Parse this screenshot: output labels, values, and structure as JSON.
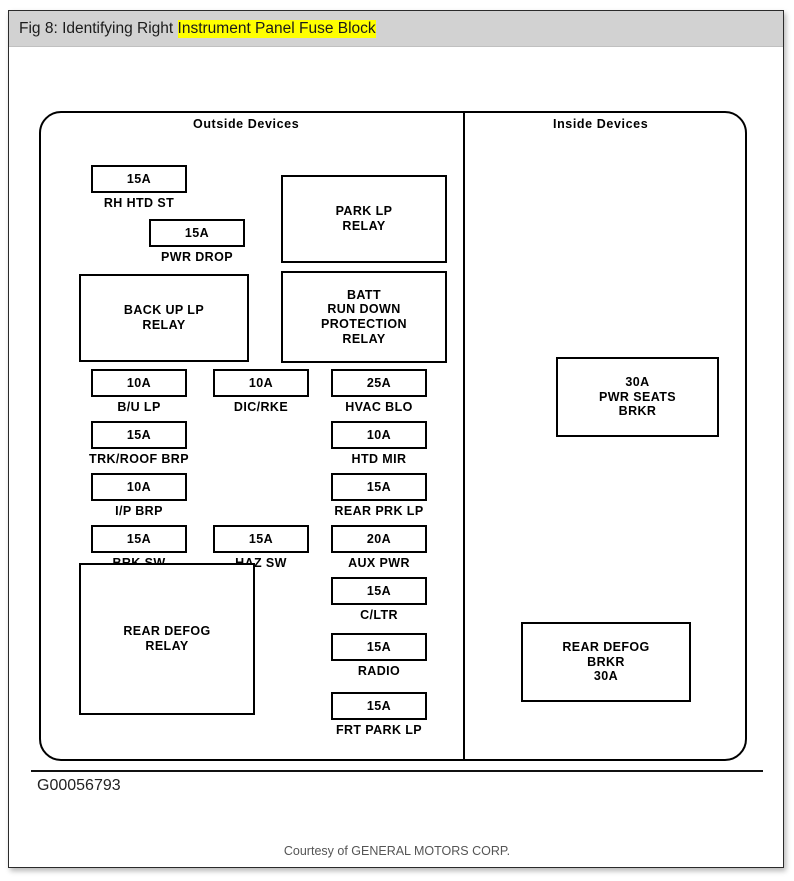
{
  "caption": {
    "prefix": "Fig 8: Identifying Right ",
    "highlight": "Instrument Panel Fuse Block"
  },
  "diagram": {
    "sections": {
      "outside": "Outside  Devices",
      "inside": "Inside  Devices"
    },
    "figure_code": "G00056793",
    "courtesy": "Courtesy of GENERAL MOTORS CORP.",
    "outside_components": [
      {
        "rating": "15A",
        "label": "RH HTD ST",
        "type": "fuse"
      },
      {
        "rating": "15A",
        "label": "PWR DROP",
        "type": "fuse"
      },
      {
        "lines": [
          "BACK UP LP",
          "RELAY"
        ],
        "type": "relay"
      },
      {
        "lines": [
          "PARK LP",
          "RELAY"
        ],
        "type": "relay"
      },
      {
        "lines": [
          "BATT",
          "RUN DOWN",
          "PROTECTION",
          "RELAY"
        ],
        "type": "relay"
      },
      {
        "rating": "10A",
        "label": "B/U LP",
        "type": "fuse"
      },
      {
        "rating": "10A",
        "label": "DIC/RKE",
        "type": "fuse"
      },
      {
        "rating": "25A",
        "label": "HVAC BLO",
        "type": "fuse"
      },
      {
        "rating": "15A",
        "label": "TRK/ROOF BRP",
        "type": "fuse"
      },
      {
        "rating": "10A",
        "label": "HTD MIR",
        "type": "fuse"
      },
      {
        "rating": "10A",
        "label": "I/P BRP",
        "type": "fuse"
      },
      {
        "rating": "15A",
        "label": "REAR PRK LP",
        "type": "fuse"
      },
      {
        "rating": "15A",
        "label": "BRK SW",
        "type": "fuse"
      },
      {
        "rating": "15A",
        "label": "HAZ SW",
        "type": "fuse"
      },
      {
        "rating": "20A",
        "label": "AUX PWR",
        "type": "fuse"
      },
      {
        "rating": "15A",
        "label": "C/LTR",
        "type": "fuse"
      },
      {
        "lines": [
          "REAR DEFOG",
          "RELAY"
        ],
        "type": "relay"
      },
      {
        "rating": "15A",
        "label": "RADIO",
        "type": "fuse"
      },
      {
        "rating": "15A",
        "label": "FRT PARK LP",
        "type": "fuse"
      }
    ],
    "inside_components": [
      {
        "lines": [
          "30A",
          "PWR SEATS",
          "BRKR"
        ],
        "type": "breaker"
      },
      {
        "lines": [
          "REAR DEFOG",
          "BRKR",
          "30A"
        ],
        "type": "breaker"
      }
    ]
  }
}
